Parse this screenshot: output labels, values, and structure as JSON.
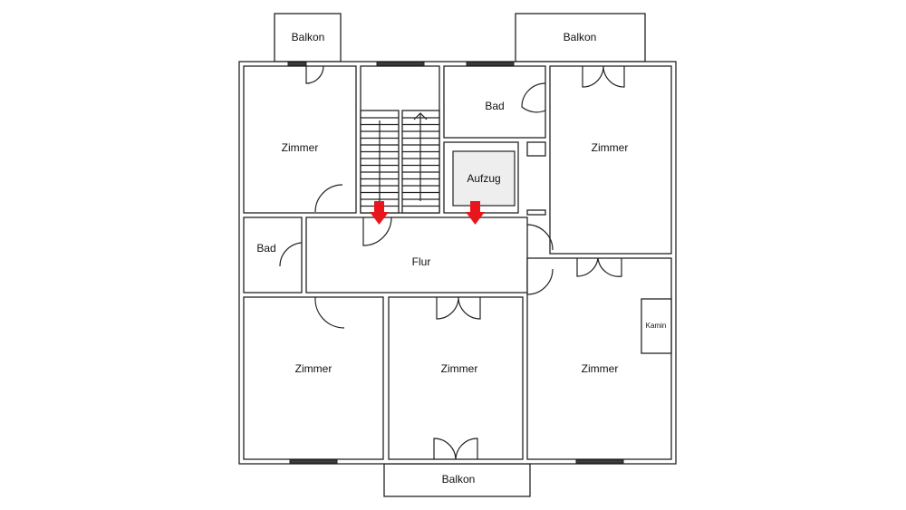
{
  "plan": {
    "rooms": {
      "balkon_top_left": "Balkon",
      "balkon_top_right": "Balkon",
      "balkon_bottom": "Balkon",
      "zimmer_top_left": "Zimmer",
      "bad_top": "Bad",
      "aufzug": "Aufzug",
      "zimmer_top_right": "Zimmer",
      "bad_left": "Bad",
      "flur": "Flur",
      "zimmer_bottom_left": "Zimmer",
      "zimmer_bottom_middle": "Zimmer",
      "zimmer_bottom_right": "Zimmer",
      "kamin": "Kamin"
    },
    "colors": {
      "arrow": "#e8161c",
      "elevator": "#eeeeee",
      "wall": "#222222"
    }
  }
}
